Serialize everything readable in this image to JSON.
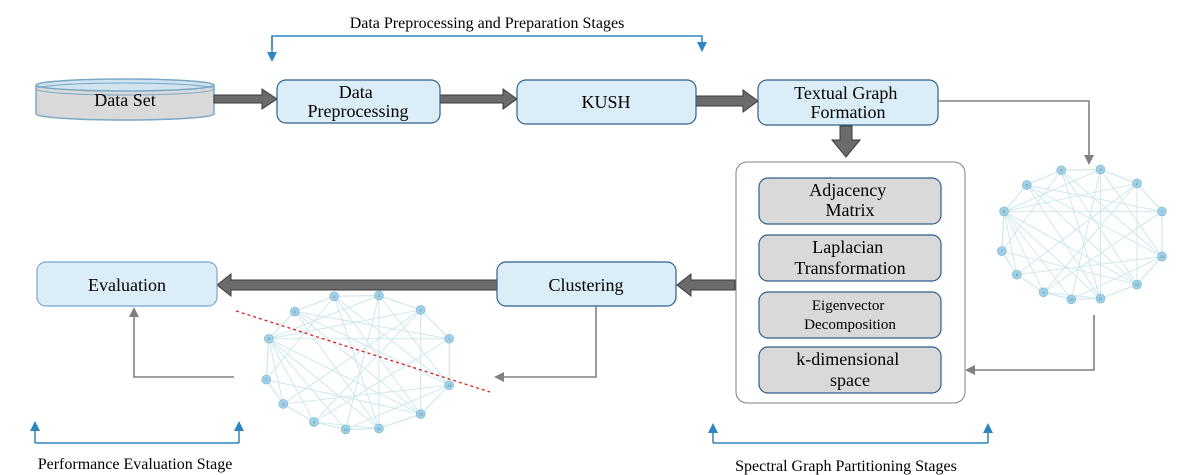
{
  "colors": {
    "box_fill": "#dbeef8",
    "box_stroke": "#2f5f8a",
    "gray_box_fill": "#d9d9d9",
    "big_arrow": "#6b6b6b",
    "connector": "#808080",
    "bracket": "#2e86c1",
    "graph_edge": "#cfe8ee",
    "graph_node": "#9fd0e6",
    "dashed_line": "#e11d1d"
  },
  "stages": {
    "preprocessing": "Data Preprocessing and Preparation Stages",
    "spectral": "Spectral Graph Partitioning Stages",
    "evaluation": "Performance Evaluation Stage"
  },
  "nodes": {
    "dataset": "Data Set",
    "preprocessing": [
      "Data",
      "Preprocessing"
    ],
    "kush": "KUSH",
    "graph_formation": [
      "Textual Graph",
      "Formation"
    ],
    "adjacency": [
      "Adjacency",
      "Matrix"
    ],
    "laplacian": [
      "Laplacian",
      "Transformation"
    ],
    "eigenvector": [
      "Eigenvector",
      "Decomposition"
    ],
    "kdim": [
      "k-dimensional",
      "space"
    ],
    "clustering": "Clustering",
    "evaluation": "Evaluation"
  },
  "graph_node_labels": [
    "1",
    "2",
    "3",
    "4",
    "5",
    "6",
    "7",
    "8",
    "9",
    "10",
    "11",
    "12",
    "13"
  ]
}
